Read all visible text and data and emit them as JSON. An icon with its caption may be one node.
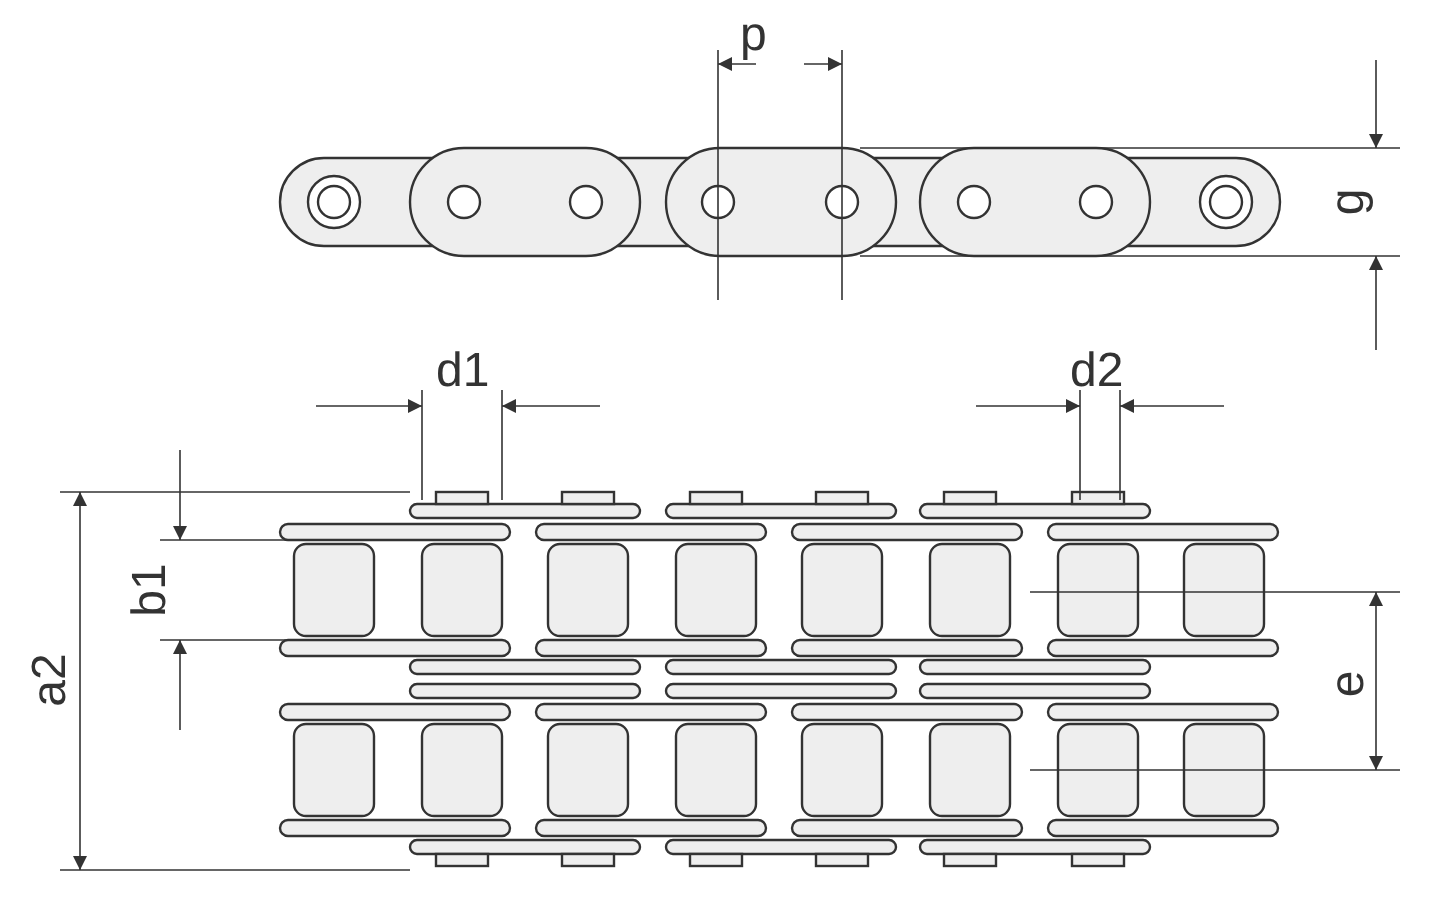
{
  "diagram": {
    "labels": [
      "p",
      "g",
      "d1",
      "d2",
      "b1",
      "a2",
      "e"
    ]
  }
}
